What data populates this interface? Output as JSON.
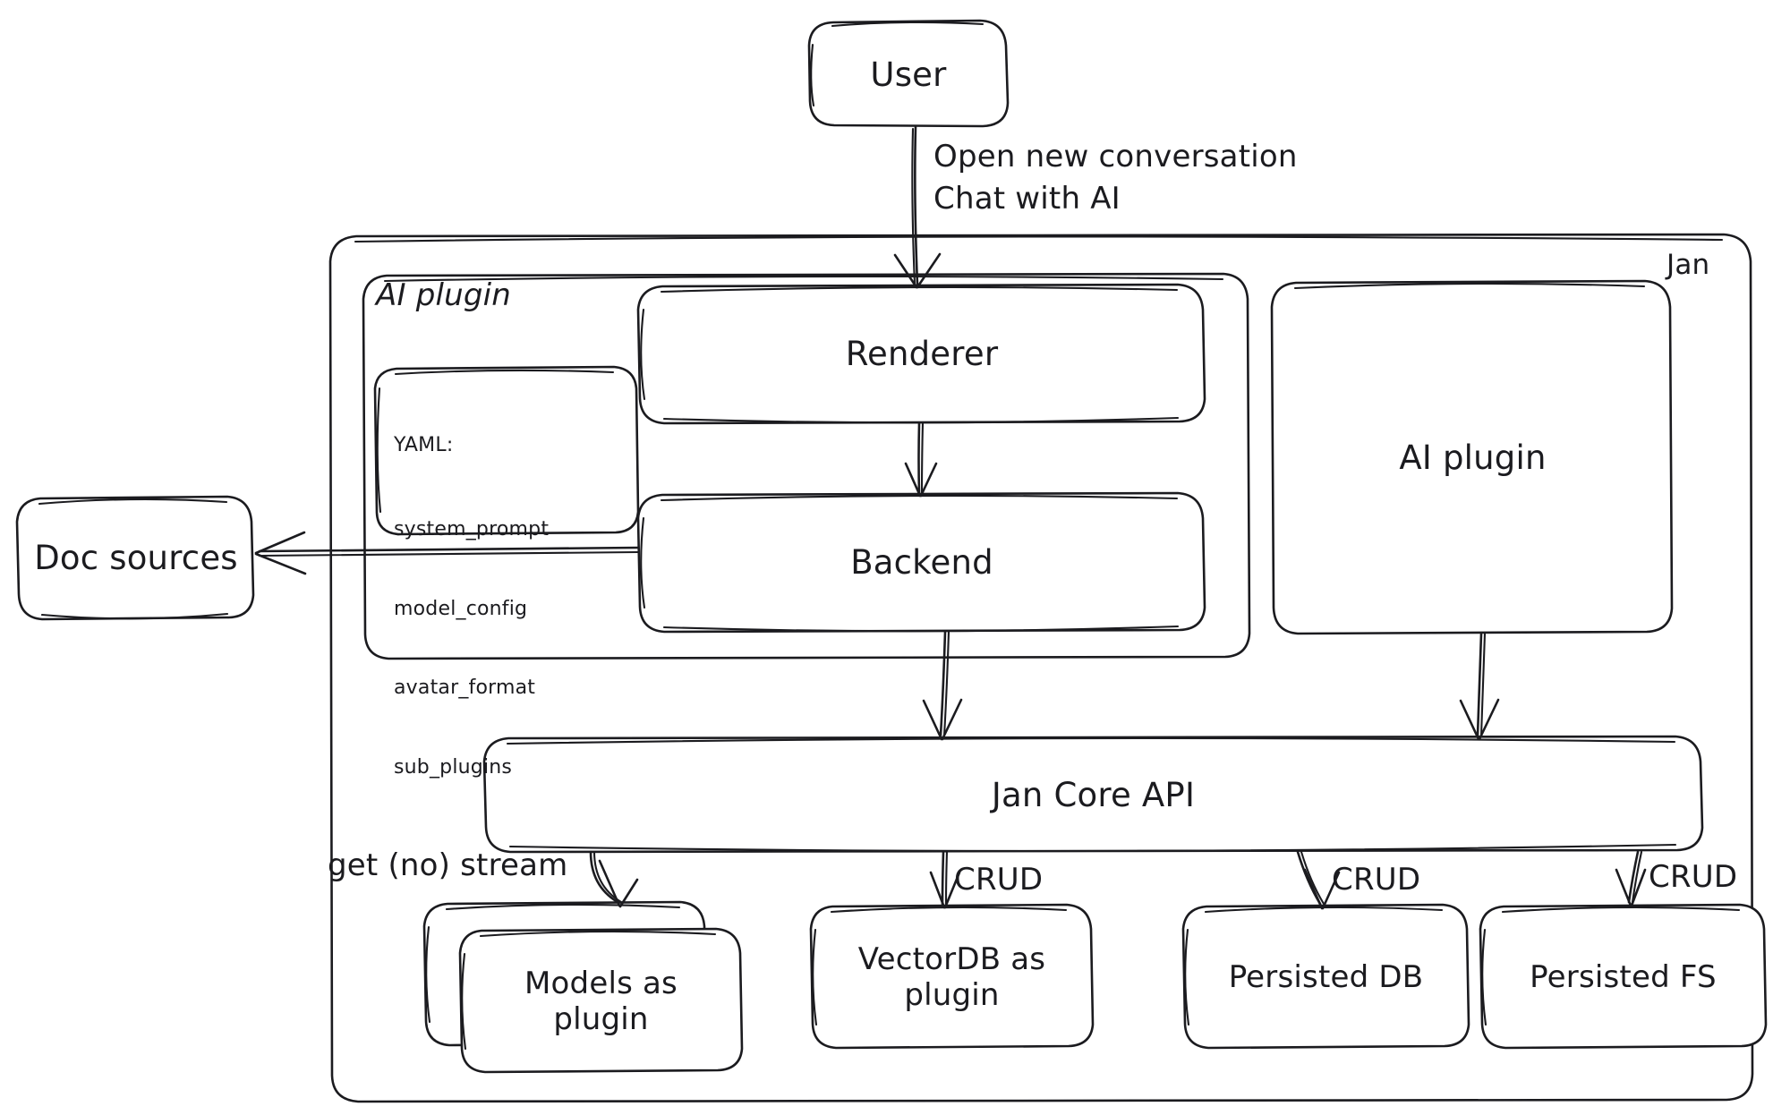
{
  "diagram": {
    "title_visible": false,
    "style": "hand-drawn-sketch",
    "stroke_color": "#1b1b1f",
    "background_color": "#ffffff"
  },
  "nodes": {
    "user": {
      "label": "User"
    },
    "jan_container": {
      "label": "Jan"
    },
    "ai_plugin_group": {
      "label": "AI plugin"
    },
    "yaml_card": {
      "head": "YAML:",
      "items": [
        "system_prompt",
        "model_config",
        "avatar_format",
        "sub_plugins"
      ]
    },
    "renderer": {
      "label": "Renderer"
    },
    "backend": {
      "label": "Backend"
    },
    "doc_sources": {
      "label": "Doc sources"
    },
    "ai_plugin_right": {
      "label": "AI plugin"
    },
    "jan_core_api": {
      "label": "Jan Core API"
    },
    "models_as_plugin": {
      "label": "Models as\nplugin"
    },
    "vectordb_as_plugin": {
      "label": "VectorDB as\nplugin"
    },
    "persisted_db": {
      "label": "Persisted DB"
    },
    "persisted_fs": {
      "label": "Persisted FS"
    }
  },
  "edges": [
    {
      "from": "user",
      "to": "renderer",
      "label": "Open new conversation\nChat with AI"
    },
    {
      "from": "renderer",
      "to": "backend",
      "label": ""
    },
    {
      "from": "backend",
      "to": "doc_sources",
      "label": ""
    },
    {
      "from": "backend",
      "to": "jan_core_api",
      "label": ""
    },
    {
      "from": "ai_plugin_right",
      "to": "jan_core_api",
      "label": ""
    },
    {
      "from": "jan_core_api",
      "to": "models_as_plugin",
      "label": "get (no) stream"
    },
    {
      "from": "jan_core_api",
      "to": "vectordb_as_plugin",
      "label": "CRUD"
    },
    {
      "from": "jan_core_api",
      "to": "persisted_db",
      "label": "CRUD"
    },
    {
      "from": "jan_core_api",
      "to": "persisted_fs",
      "label": "CRUD"
    }
  ],
  "edge_labels": {
    "user_to_renderer_line1": "Open new conversation",
    "user_to_renderer_line2": "Chat with AI",
    "get_no_stream": "get (no) stream",
    "crud_vectordb": "CRUD",
    "crud_persisted_db": "CRUD",
    "crud_persisted_fs": "CRUD"
  }
}
